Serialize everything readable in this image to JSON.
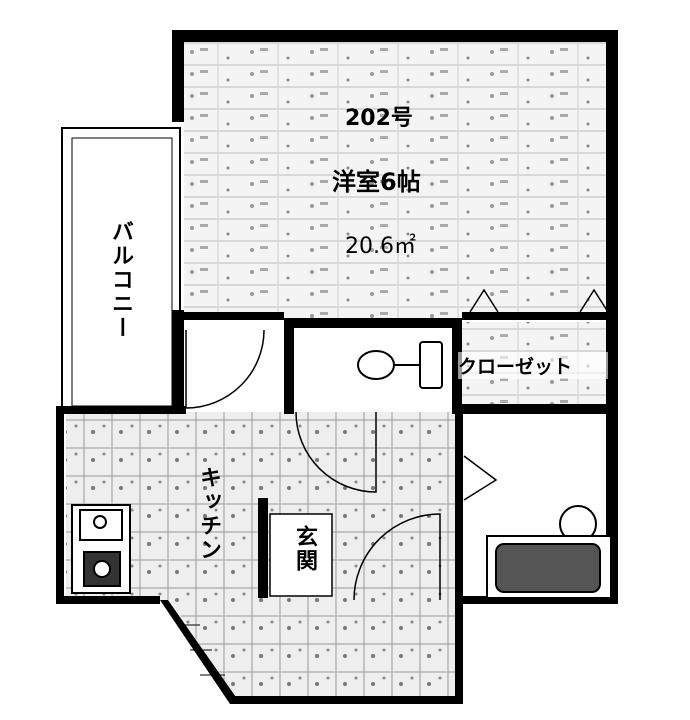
{
  "unit": {
    "number": "202号"
  },
  "rooms": {
    "western_room": {
      "name": "洋室6帖",
      "area": "20.6㎡"
    },
    "balcony": "バルコニー",
    "closet": "クローゼット",
    "kitchen": "キッチン",
    "entrance": "玄関"
  },
  "colors": {
    "wall": "#000000",
    "floor_texture": "#9a9a9a"
  }
}
